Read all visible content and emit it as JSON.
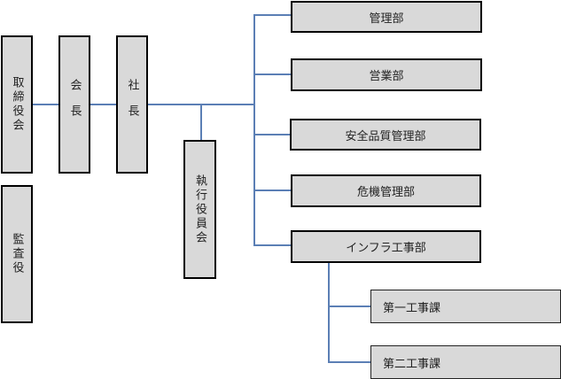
{
  "diagram": {
    "type": "org-chart",
    "line_color": "#5b7fb5",
    "box_fill": "#d9d9d9",
    "top": {
      "board": "取締役会",
      "chairman": "会長",
      "president": "社長",
      "auditor": "監査役",
      "executive_committee": "執行役員会"
    },
    "departments": [
      {
        "label": "管理部"
      },
      {
        "label": "営業部"
      },
      {
        "label": "安全品質管理部"
      },
      {
        "label": "危機管理部"
      },
      {
        "label": "インフラ工事部"
      }
    ],
    "sections": [
      {
        "label": "第一工事課",
        "parent": "インフラ工事部"
      },
      {
        "label": "第二工事課",
        "parent": "インフラ工事部"
      }
    ]
  }
}
